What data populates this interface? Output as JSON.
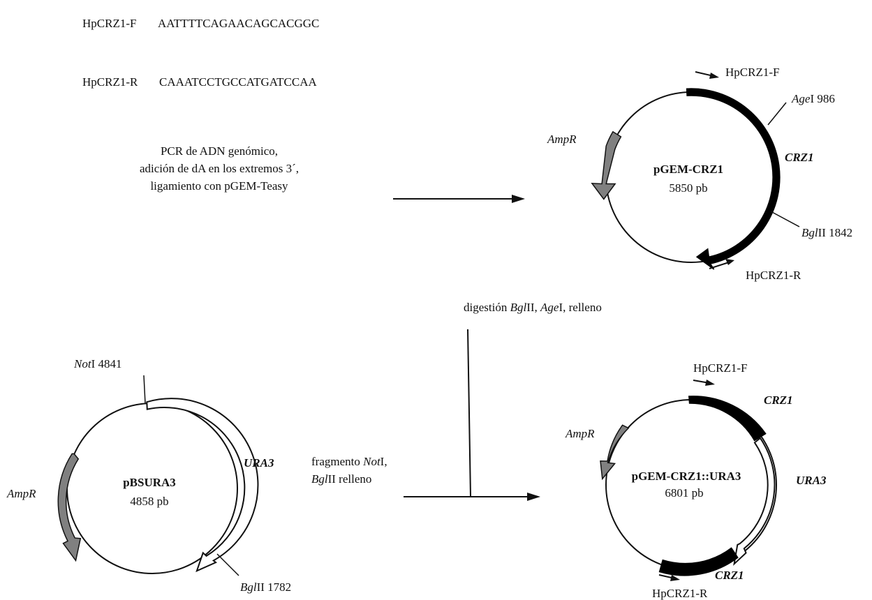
{
  "primers": {
    "forward": {
      "name": "HpCRZ1-F",
      "sequence": "AATTTTCAGAACAGCACGGC"
    },
    "reverse": {
      "name": "HpCRZ1-R",
      "sequence": "CAAATCCTGCCATGATCCAA"
    }
  },
  "step1": {
    "lines": [
      "PCR de ADN genómico,",
      "adición de dA en los extremos 3´,",
      "ligamiento con pGEM-Teasy"
    ]
  },
  "plasmid_pgem_crz1": {
    "name": "pGEM-CRZ1",
    "size": "5850 pb",
    "primer_f": "HpCRZ1-F",
    "primer_r": "HpCRZ1-R",
    "site_age_italic": "Age",
    "site_age_rest": "I 986",
    "site_bgl_italic": "Bgl",
    "site_bgl_rest": "II 1842",
    "gene": "CRZ1",
    "marker": "AmpR",
    "colors": {
      "gene": "#000000",
      "marker": "#808080"
    }
  },
  "step2": {
    "prefix": "digestión ",
    "e1_italic": "Bgl",
    "e1_rest": "II, ",
    "e2_italic": "Age",
    "e2_rest": "I, relleno"
  },
  "plasmid_pbsura3": {
    "name": "pBSURA3",
    "size": "4858 pb",
    "site_not_italic": "Not",
    "site_not_rest": "I 4841",
    "site_bgl_italic": "Bgl",
    "site_bgl_rest": "II 1782",
    "gene": "URA3",
    "marker": "AmpR",
    "colors": {
      "gene": "#ffffff",
      "marker": "#808080"
    }
  },
  "step3": {
    "line1_prefix": "fragmento ",
    "line1_italic": "Not",
    "line1_rest": "I,",
    "line2_italic": "Bgl",
    "line2_rest": "II relleno"
  },
  "plasmid_final": {
    "name": "pGEM-CRZ1::URA3",
    "size": "6801 pb",
    "primer_f": "HpCRZ1-F",
    "primer_r": "HpCRZ1-R",
    "gene_top": "CRZ1",
    "gene_bottom": "CRZ1",
    "insert": "URA3",
    "marker": "AmpR",
    "colors": {
      "gene": "#000000",
      "insert": "#ffffff",
      "marker": "#808080"
    }
  }
}
